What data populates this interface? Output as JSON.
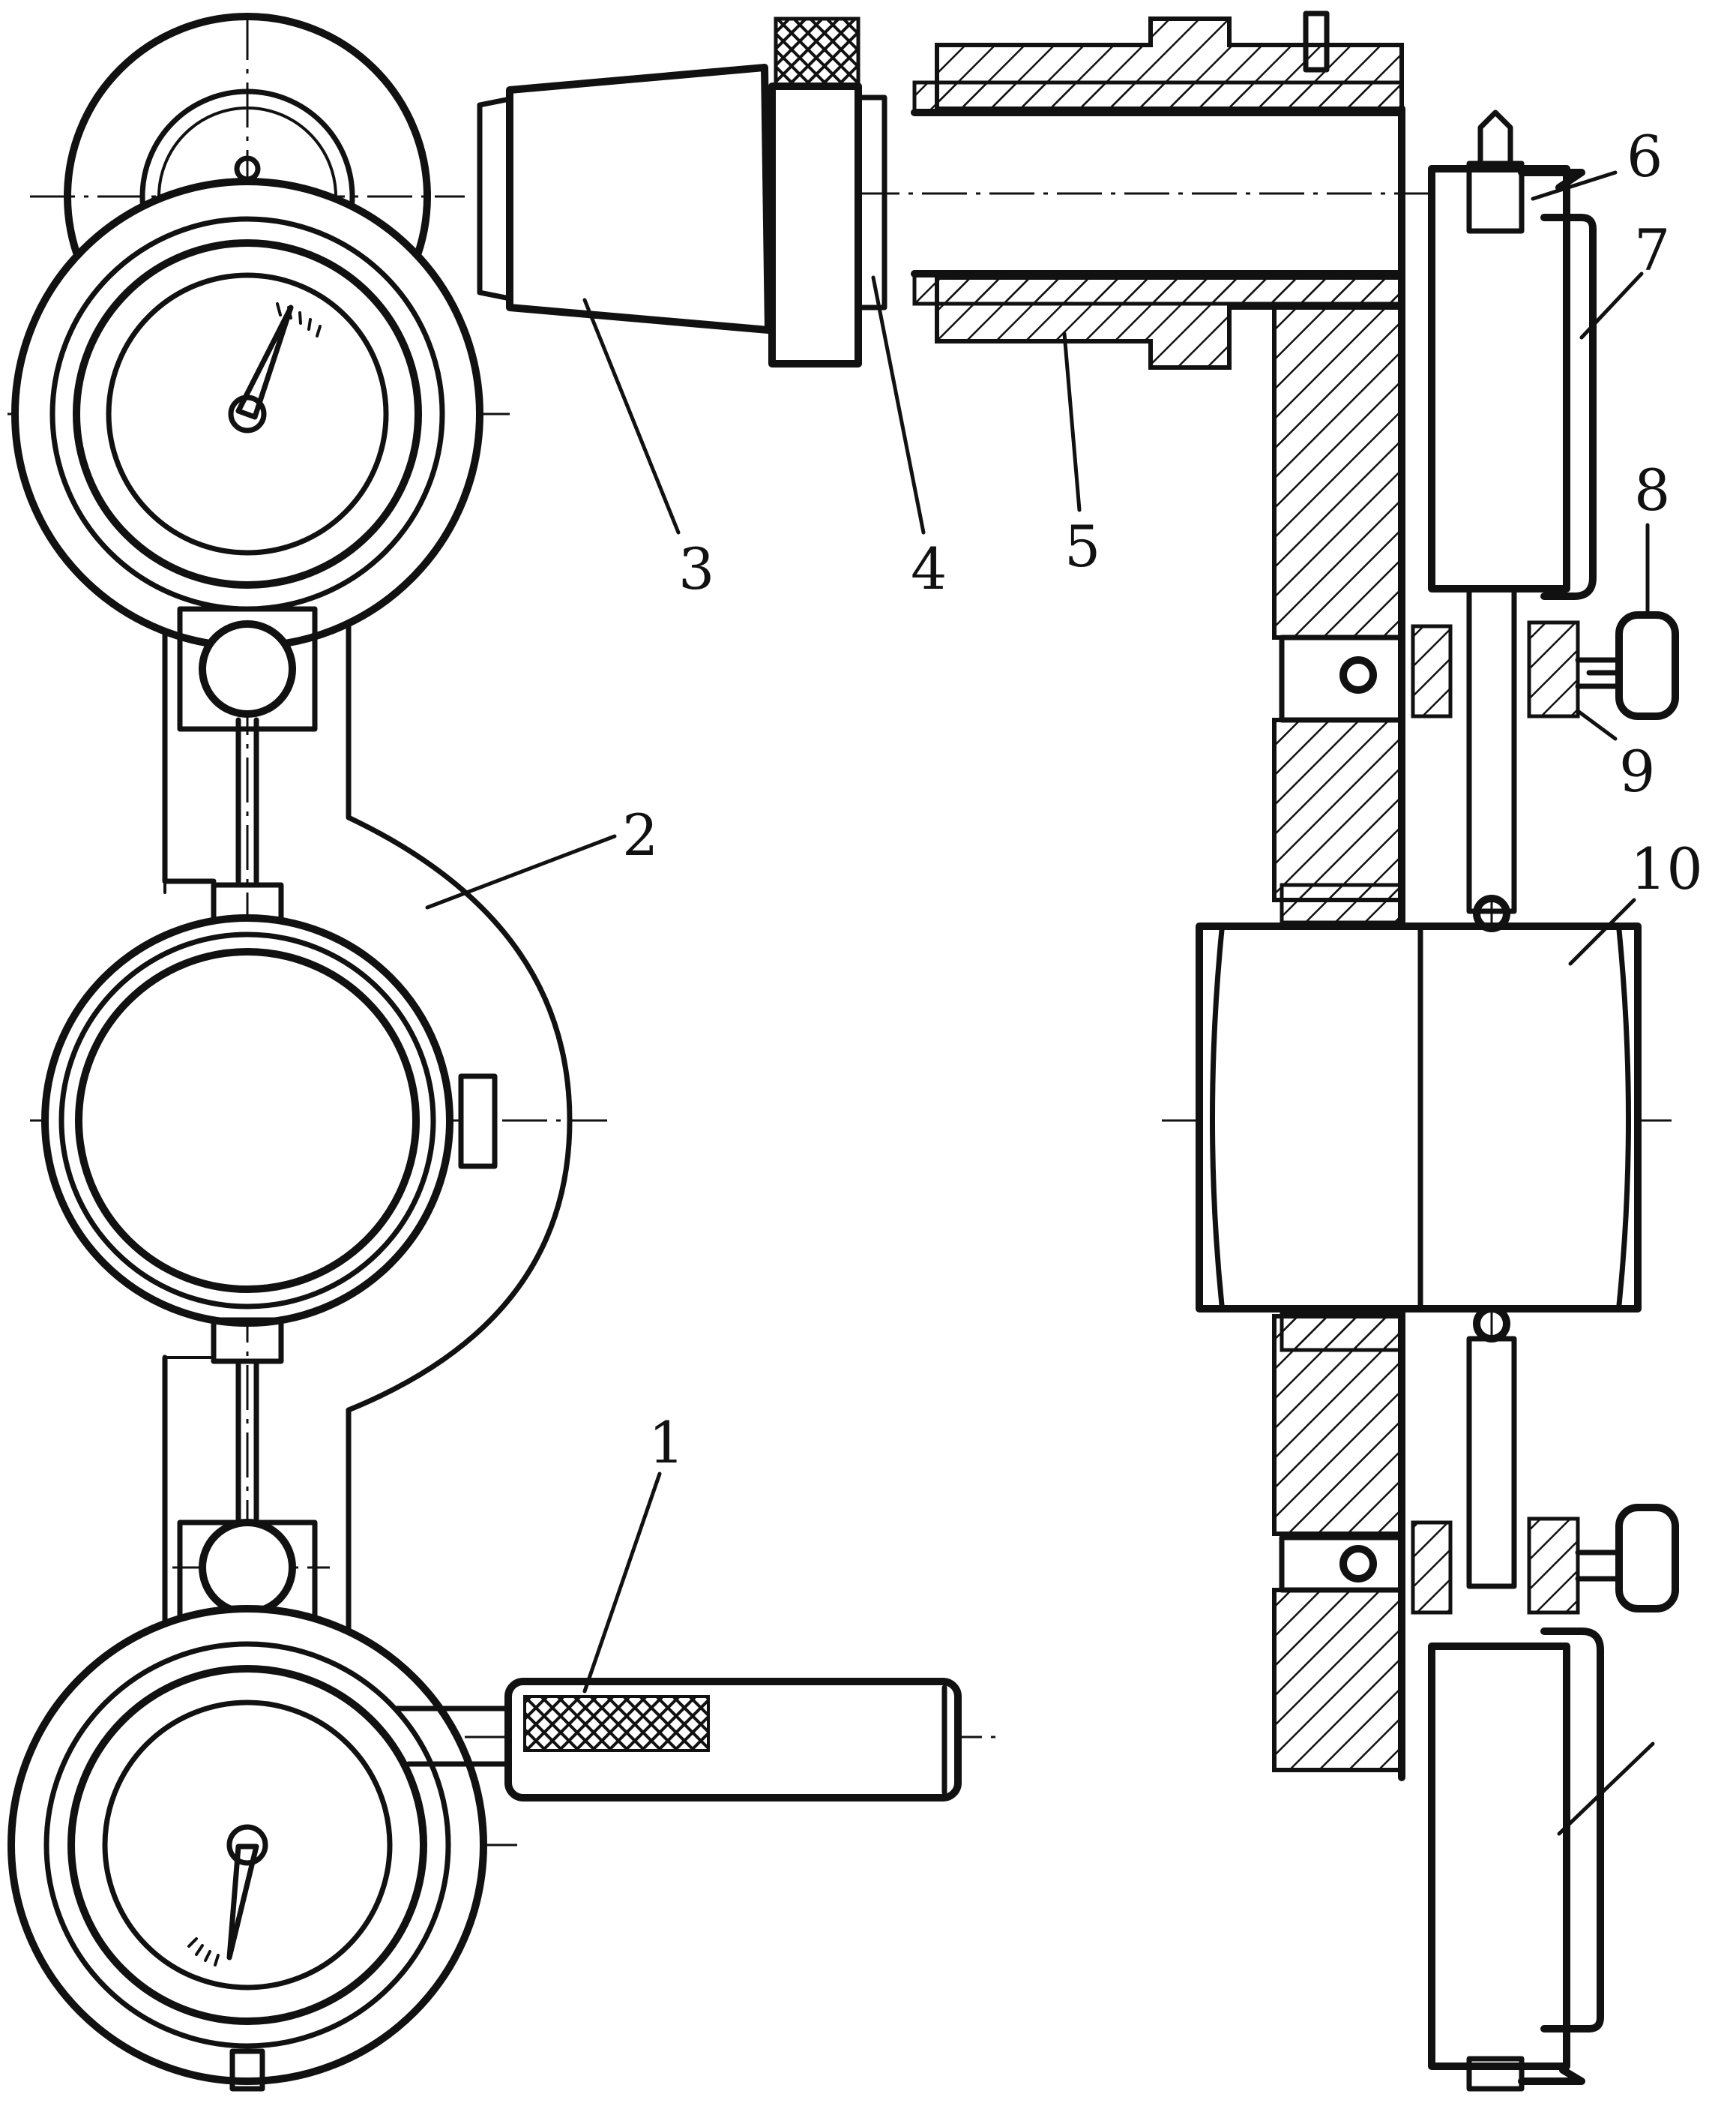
{
  "callouts": [
    {
      "id": "1",
      "text": "1"
    },
    {
      "id": "2",
      "text": "2"
    },
    {
      "id": "3",
      "text": "3"
    },
    {
      "id": "4",
      "text": "4"
    },
    {
      "id": "5",
      "text": "5"
    },
    {
      "id": "6",
      "text": "6"
    },
    {
      "id": "7",
      "text": "7"
    },
    {
      "id": "8",
      "text": "8"
    },
    {
      "id": "9",
      "text": "9"
    },
    {
      "id": "10",
      "text": "10"
    }
  ],
  "icons": {
    "hatch_pattern": "diagonal-hatch",
    "knurl_pattern": "cross-hatch"
  },
  "colors": {
    "ink": "#111111",
    "paper": "#ffffff"
  }
}
